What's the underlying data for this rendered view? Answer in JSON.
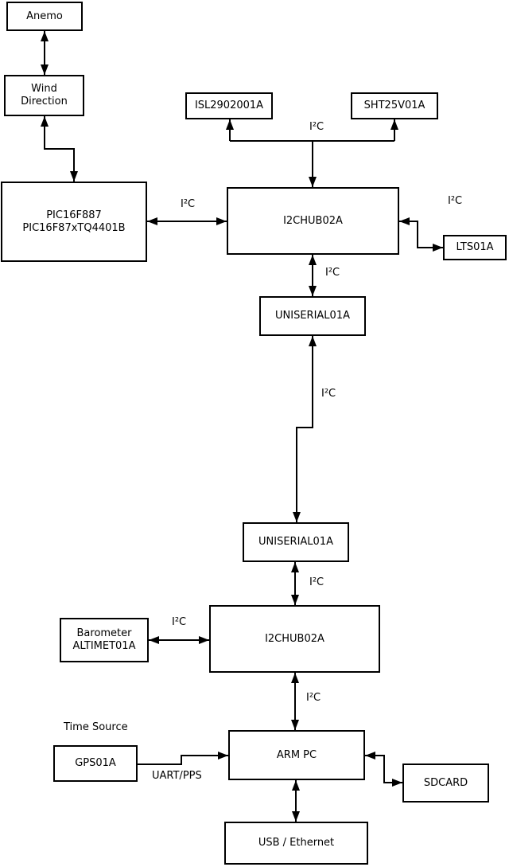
{
  "colors": {
    "line": "#000000",
    "box_border": "#000000",
    "box_bg": "#ffffff",
    "page_bg": "#ffffff"
  },
  "nodes": {
    "anemo": {
      "label": "Anemo"
    },
    "wind_direction": {
      "line1": "Wind",
      "line2": "Direction"
    },
    "pic": {
      "line1": "PIC16F887",
      "line2": "PIC16F87xTQ4401B"
    },
    "isl": {
      "label": "ISL2902001A"
    },
    "sht": {
      "label": "SHT25V01A"
    },
    "i2chub_top": {
      "label": "I2CHUB02A"
    },
    "lts": {
      "label": "LTS01A"
    },
    "uniserial_top": {
      "label": "UNISERIAL01A"
    },
    "uniserial_bottom": {
      "label": "UNISERIAL01A"
    },
    "i2chub_bottom": {
      "label": "I2CHUB02A"
    },
    "barometer": {
      "line1": "Barometer",
      "line2": "ALTIMET01A"
    },
    "gps": {
      "label": "GPS01A"
    },
    "arm_pc": {
      "label": "ARM PC"
    },
    "sdcard": {
      "label": "SDCARD"
    },
    "usb_ethernet": {
      "label": "USB / Ethernet"
    }
  },
  "labels": {
    "i2c": "I²C",
    "time_source": "Time Source",
    "uart_pps": "UART/PPS"
  },
  "edges": [
    {
      "from": "Anemo",
      "to": "Wind Direction",
      "dir": "both",
      "label": ""
    },
    {
      "from": "Wind Direction",
      "to": "PIC16F887 PIC16F87xTQ4401B",
      "dir": "both",
      "label": ""
    },
    {
      "from": "PIC16F887 PIC16F87xTQ4401B",
      "to": "I2CHUB02A (upper)",
      "dir": "both",
      "label": "I²C"
    },
    {
      "from": "I2CHUB02A (upper)",
      "to": "ISL2902001A",
      "dir": "both",
      "label": "I²C"
    },
    {
      "from": "I2CHUB02A (upper)",
      "to": "SHT25V01A",
      "dir": "both",
      "label": "I²C"
    },
    {
      "from": "I2CHUB02A (upper)",
      "to": "LTS01A",
      "dir": "both",
      "label": "I²C"
    },
    {
      "from": "I2CHUB02A (upper)",
      "to": "UNISERIAL01A (upper)",
      "dir": "both",
      "label": "I²C"
    },
    {
      "from": "UNISERIAL01A (upper)",
      "to": "UNISERIAL01A (lower)",
      "dir": "both",
      "label": "I²C"
    },
    {
      "from": "UNISERIAL01A (lower)",
      "to": "I2CHUB02A (lower)",
      "dir": "both",
      "label": "I²C"
    },
    {
      "from": "Barometer ALTIMET01A",
      "to": "I2CHUB02A (lower)",
      "dir": "both",
      "label": "I²C"
    },
    {
      "from": "I2CHUB02A (lower)",
      "to": "ARM PC",
      "dir": "both",
      "label": "I²C"
    },
    {
      "from": "GPS01A",
      "to": "ARM PC",
      "dir": "forward",
      "label": "UART/PPS"
    },
    {
      "from": "ARM PC",
      "to": "SDCARD",
      "dir": "both",
      "label": ""
    },
    {
      "from": "ARM PC",
      "to": "USB / Ethernet",
      "dir": "both",
      "label": ""
    }
  ]
}
